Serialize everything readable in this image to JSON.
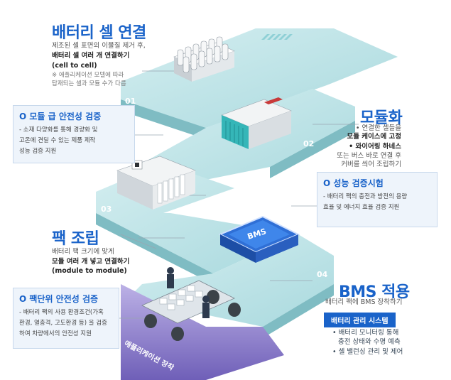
{
  "step1": {
    "title": "배터리 셀 연결",
    "line1": "제조된 셀 표면의 이물질 제거 후,",
    "line2": "배터리 셀 여러 개 연결하기",
    "line3": "(cell to cell)",
    "note1": "※ 애플리케이션 모델에 따라",
    "note2": "탑재되는 셀과 모듈 수가 다름",
    "number": "01"
  },
  "step2": {
    "title": "모듈화",
    "line1": "• 연결한 셀들을",
    "line2": "모듈 케이스에 고정",
    "line3": "• 와이어링 하네스",
    "line4": "또는 버스 바로 연결 후",
    "line5": "커버를 씌어 조립하기",
    "number": "02"
  },
  "step3": {
    "title": "팩 조립",
    "line1": "배터리 팩 크기에 맞게",
    "line2": "모듈 여러 개 넣고 연결하기",
    "line3": "(module to module)",
    "number": "03"
  },
  "step4": {
    "title": "BMS 적용",
    "line1": "배터리 팩에 BMS 장착하기",
    "tag": "배터리 관리 시스템",
    "item1": "• 배터리 모니터링 통해",
    "item2": "충전 상태와 수명 예측",
    "item3": "• 셀 밸런싱 관리 및 제어",
    "number": "04",
    "chip_label": "BMS"
  },
  "box_module": {
    "title": "O 모듈 급 안전성 검증",
    "line1": "- 소재 다양화를 통해 경량화 및",
    "line2": "고온에 견딜 수 있는 제품 제작",
    "line3": "성능 검증 지원"
  },
  "box_perf": {
    "title": "O 성능 검증시험",
    "line1": "- 배터리 팩의 충전과 방전의 용량",
    "line2": "효율 및 에너지 효율 검증 지원"
  },
  "box_pack": {
    "title": "O 팩단위 안전성 검증",
    "line1": "- 배터리 팩의 사용 환경조건(가혹",
    "line2": "환경, 열충격, 고도환경 등) 을 검증",
    "line3": "하여 차량에서의 안전성 지원"
  },
  "base_label": "애플리케이션 장착",
  "colors": {
    "accent": "#1a63c9",
    "path_light": "#bfe3e6",
    "path_dark": "#8fc9cf",
    "base_purple": "#8a79c9"
  }
}
